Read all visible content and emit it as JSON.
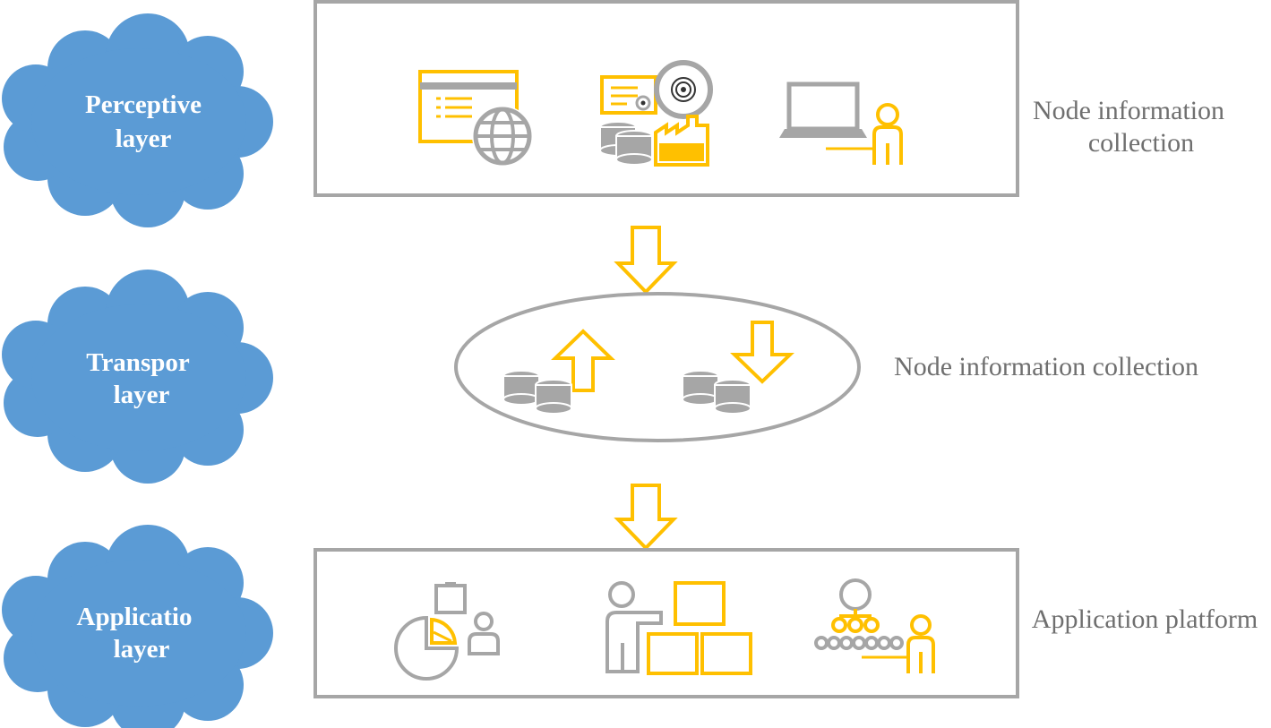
{
  "colors": {
    "cloud": "#5b9bd5",
    "frame_gray": "#a6a6a6",
    "accent_yellow": "#ffc000",
    "label_gray": "#6f6f6f"
  },
  "layers": [
    {
      "line1": "Perceptive",
      "line2": "layer"
    },
    {
      "line1": "Transpor",
      "line2": "layer"
    },
    {
      "line1": "Applicatio",
      "line2": "layer"
    }
  ],
  "labels": {
    "top_line1": "Node information",
    "top_line2": "collection",
    "middle": "Node information collection",
    "bottom": "Application platform"
  },
  "icons": {
    "top": [
      "browser-globe-icon",
      "certificate-factory-icon",
      "laptop-user-icon"
    ],
    "middle": [
      "database-upload-icon",
      "database-download-icon"
    ],
    "bottom": [
      "pie-chart-user-icon",
      "presenter-boxes-icon",
      "hierarchy-user-icon"
    ],
    "arrows": [
      "down-arrow-icon",
      "down-arrow-icon"
    ]
  }
}
